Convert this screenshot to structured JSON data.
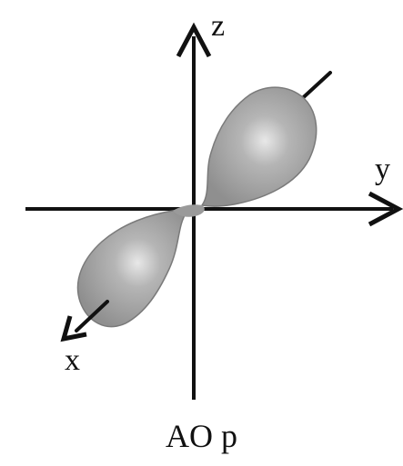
{
  "axes": {
    "z_label": "z",
    "y_label": "y",
    "x_label": "x"
  },
  "caption": "AO p",
  "colors": {
    "lobe_fill": "#9a9a9a",
    "lobe_stroke": "#6e6e6e",
    "axis": "#111111",
    "background": "#ffffff"
  }
}
